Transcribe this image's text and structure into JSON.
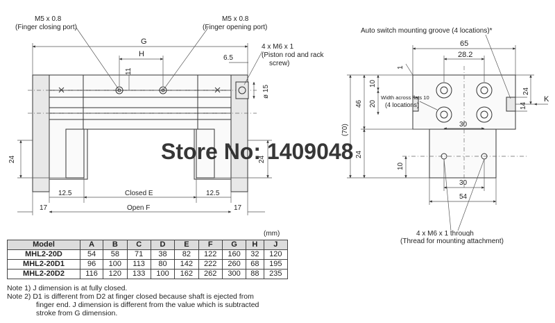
{
  "front_view": {
    "port_left_label": "M5 x 0.8",
    "port_left_desc": "(Finger closing port)",
    "port_right_label": "M5 x 0.8",
    "port_right_desc": "(Finger opening port)",
    "screw_label": "4 x M6 x 1",
    "screw_desc_1": "(Piston rod and rack",
    "screw_desc_2": "screw)",
    "dim_G": "G",
    "dim_H": "H",
    "dim_11": "11",
    "dim_6_5": "6.5",
    "dim_dia15": "ø 15",
    "dim_24_left": "24",
    "dim_24_right": "24",
    "dim_12_5_left": "12.5",
    "dim_12_5_right": "12.5",
    "dim_closed_E": "Closed E",
    "dim_17_left": "17",
    "dim_17_right": "17",
    "dim_open_F": "Open F"
  },
  "side_view": {
    "groove_label": "Auto switch mounting groove (4 locations)*",
    "dim_65": "65",
    "dim_28_2": "28.2",
    "dim_1": "1",
    "dim_10_top": "10",
    "dim_20": "20",
    "dim_46": "46",
    "dim_70": "(70)",
    "dim_24_left": "24",
    "dim_10_bottom": "10",
    "flats_1": "Width across flats 10",
    "flats_2": "(4 locations)",
    "dim_30_top": "30",
    "dim_24_right": "24",
    "dim_14": "14",
    "arrow_K": "K",
    "dim_30_bottom": "30",
    "dim_54": "54",
    "thread_label": "4 x M6 x 1 through",
    "thread_desc": "(Thread for mounting attachment)"
  },
  "watermark": "Store No: 1409048",
  "table": {
    "unit": "(mm)",
    "headers": [
      "Model",
      "A",
      "B",
      "C",
      "D",
      "E",
      "F",
      "G",
      "H",
      "J"
    ],
    "rows": [
      [
        "MHL2-20D",
        "54",
        "58",
        "71",
        "38",
        "82",
        "122",
        "160",
        "32",
        "120"
      ],
      [
        "MHL2-20D1",
        "96",
        "100",
        "113",
        "80",
        "142",
        "222",
        "260",
        "68",
        "195"
      ],
      [
        "MHL2-20D2",
        "116",
        "120",
        "133",
        "100",
        "162",
        "262",
        "300",
        "88",
        "235"
      ]
    ]
  },
  "notes": {
    "note1": "Note 1) J dimension is at fully closed.",
    "note2_line1": "Note 2) D1 is different from D2 at finger closed because shaft is ejected from",
    "note2_line2": "finger end. J dimension is different from the value which is subtracted",
    "note2_line3": "stroke from G dimension."
  }
}
